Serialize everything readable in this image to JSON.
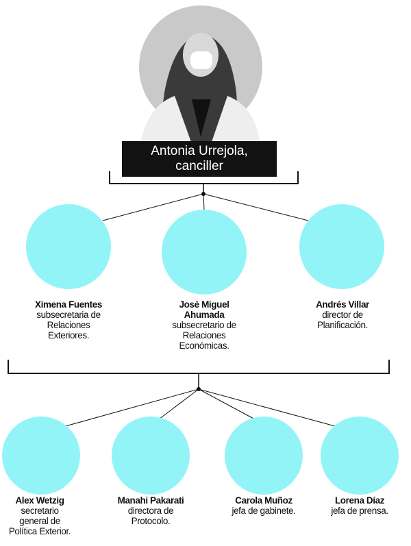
{
  "head": {
    "name_line1": "Antonia Urrejola,",
    "name_line2": "canciller"
  },
  "level1": [
    {
      "name": "Ximena Fuentes",
      "role": "subsecretaria de\nRelaciones\nExteriores."
    },
    {
      "name": "José Miguel Ahumada",
      "role": "subsecretario de\nRelaciones\nEconómicas."
    },
    {
      "name": "Andrés Villar",
      "role": "director de\nPlanificación."
    }
  ],
  "level2": [
    {
      "name": "Alex Wetzig",
      "role": "secretario\ngeneral de\nPolítica Exterior."
    },
    {
      "name": "Manahi Pakarati",
      "role": "directora de\nProtocolo."
    },
    {
      "name": "Carola Muñoz",
      "role": "jefa de gabinete."
    },
    {
      "name": "Lorena Díaz",
      "role": "jefa de prensa."
    }
  ],
  "colors": {
    "circle": "#93f4f8",
    "box": "#121212",
    "line": "#111111"
  }
}
